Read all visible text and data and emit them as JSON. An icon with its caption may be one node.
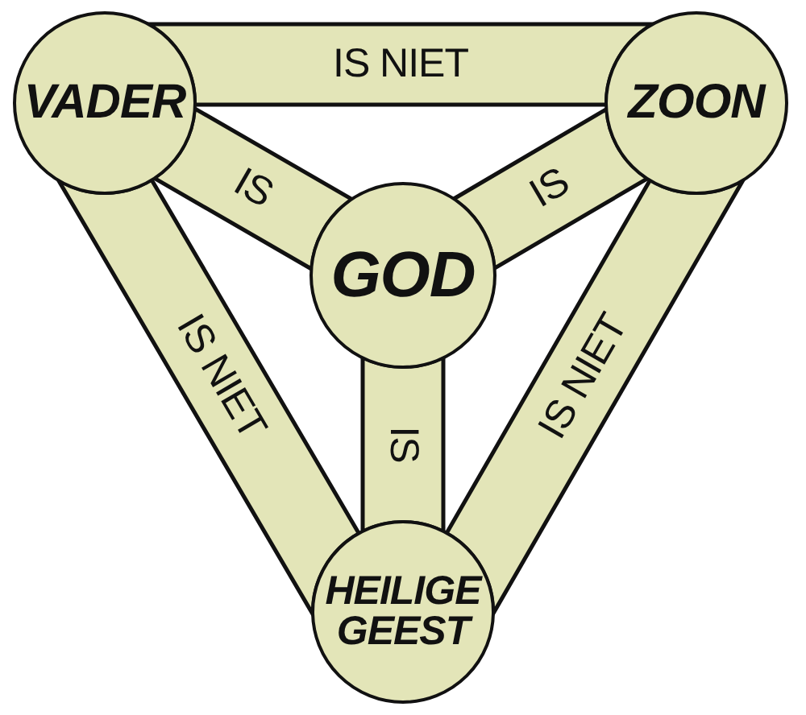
{
  "diagram": {
    "nodes": [
      {
        "text": [
          "VADER"
        ]
      },
      {
        "text": [
          "ZOON"
        ]
      },
      {
        "text": [
          "GOD"
        ]
      },
      {
        "text": [
          "HEILIGE GEEST"
        ]
      }
    ],
    "edges": [
      {
        "from": 0,
        "to": 1,
        "arrow": "none",
        "label": "IS NIET"
      },
      {
        "from": 0,
        "to": 2,
        "arrow": "none",
        "label": "IS"
      },
      {
        "from": 1,
        "to": 2,
        "arrow": "none",
        "label": "IS"
      },
      {
        "from": 0,
        "to": 3,
        "arrow": "none",
        "label": "IS NIET"
      },
      {
        "from": 1,
        "to": 3,
        "arrow": "none",
        "label": "IS NIET"
      },
      {
        "from": 2,
        "to": 3,
        "arrow": "none",
        "label": "IS"
      }
    ]
  }
}
